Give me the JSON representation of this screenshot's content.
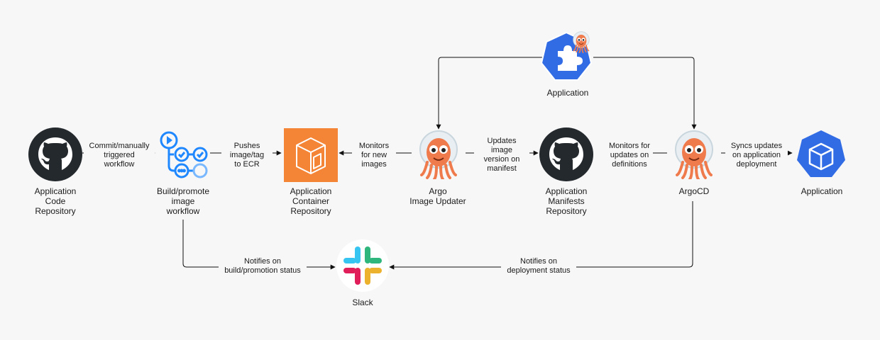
{
  "nodes": {
    "app_code_repo": "Application\nCode\nRepository",
    "build_workflow": "Build/promote\nimage\nworkflow",
    "container_repo": "Application\nContainer\nRepository",
    "image_updater": "Argo\nImage Updater",
    "manifests_repo": "Application\nManifests\nRepository",
    "argocd": "ArgoCD",
    "application_deployed": "Application",
    "application_crd": "Application",
    "slack": "Slack"
  },
  "edges": {
    "commit": "Commit/manually\ntriggered\nworkflow",
    "pushes": "Pushes\nimage/tag\nto ECR",
    "monitors_images": "Monitors\nfor new\nimages",
    "updates_manifest": "Updates\nimage\nversion on\nmanifest",
    "monitors_definitions": "Monitors for\nupdates on\ndefinitions",
    "syncs": "Syncs updates\non application\ndeployment",
    "notify_build": "Notifies on\nbuild/promotion status",
    "notify_deploy": "Notifies on\ndeployment status"
  },
  "icons": {
    "github": "github-icon",
    "actions": "github-actions-icon",
    "ecr": "aws-ecr-icon",
    "argo": "argo-octopus-icon",
    "k8s_crd": "kubernetes-crd-icon",
    "k8s_deploy": "kubernetes-deploy-icon",
    "slack": "slack-icon"
  },
  "colors": {
    "github": "#24292e",
    "actions": "#2088ff",
    "ecr": "#f58536",
    "argo_body": "#ef7b4d",
    "k8s": "#326ce5",
    "background": "#f7f7f7"
  }
}
